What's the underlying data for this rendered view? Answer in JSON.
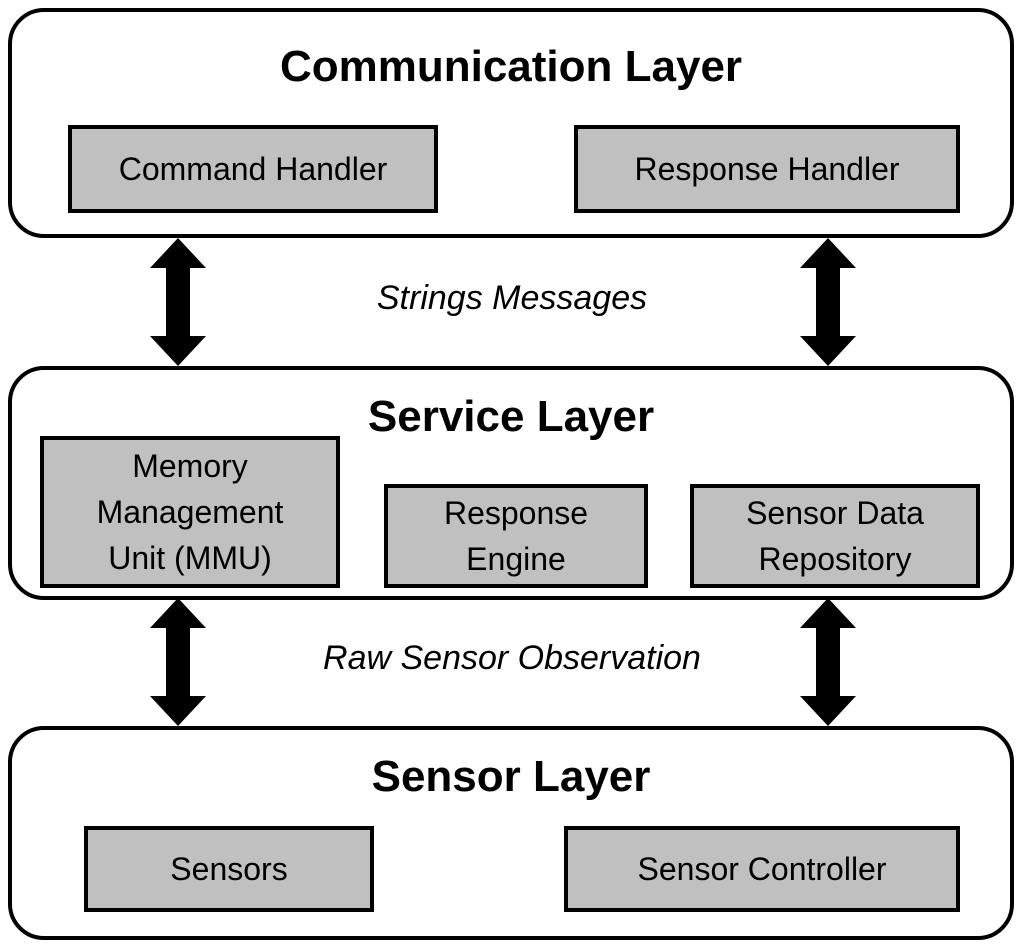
{
  "colors": {
    "border": "#000000",
    "module_fill": "#c0c0c0",
    "layer_fill": "#ffffff",
    "arrow": "#000000"
  },
  "layers": {
    "communication": {
      "title": "Communication Layer",
      "modules": {
        "command_handler": "Command Handler",
        "response_handler": "Response Handler"
      }
    },
    "service": {
      "title": "Service Layer",
      "modules": {
        "mmu": "Memory\nManagement\nUnit (MMU)",
        "response_engine": "Response\nEngine",
        "sensor_data_repository": "Sensor Data\nRepository"
      }
    },
    "sensor": {
      "title": "Sensor Layer",
      "modules": {
        "sensors": "Sensors",
        "sensor_controller": "Sensor Controller"
      }
    }
  },
  "connections": {
    "communication_service": {
      "label": "Strings Messages",
      "direction": "bidirectional"
    },
    "service_sensor": {
      "label": "Raw Sensor Observation",
      "direction": "bidirectional"
    }
  }
}
